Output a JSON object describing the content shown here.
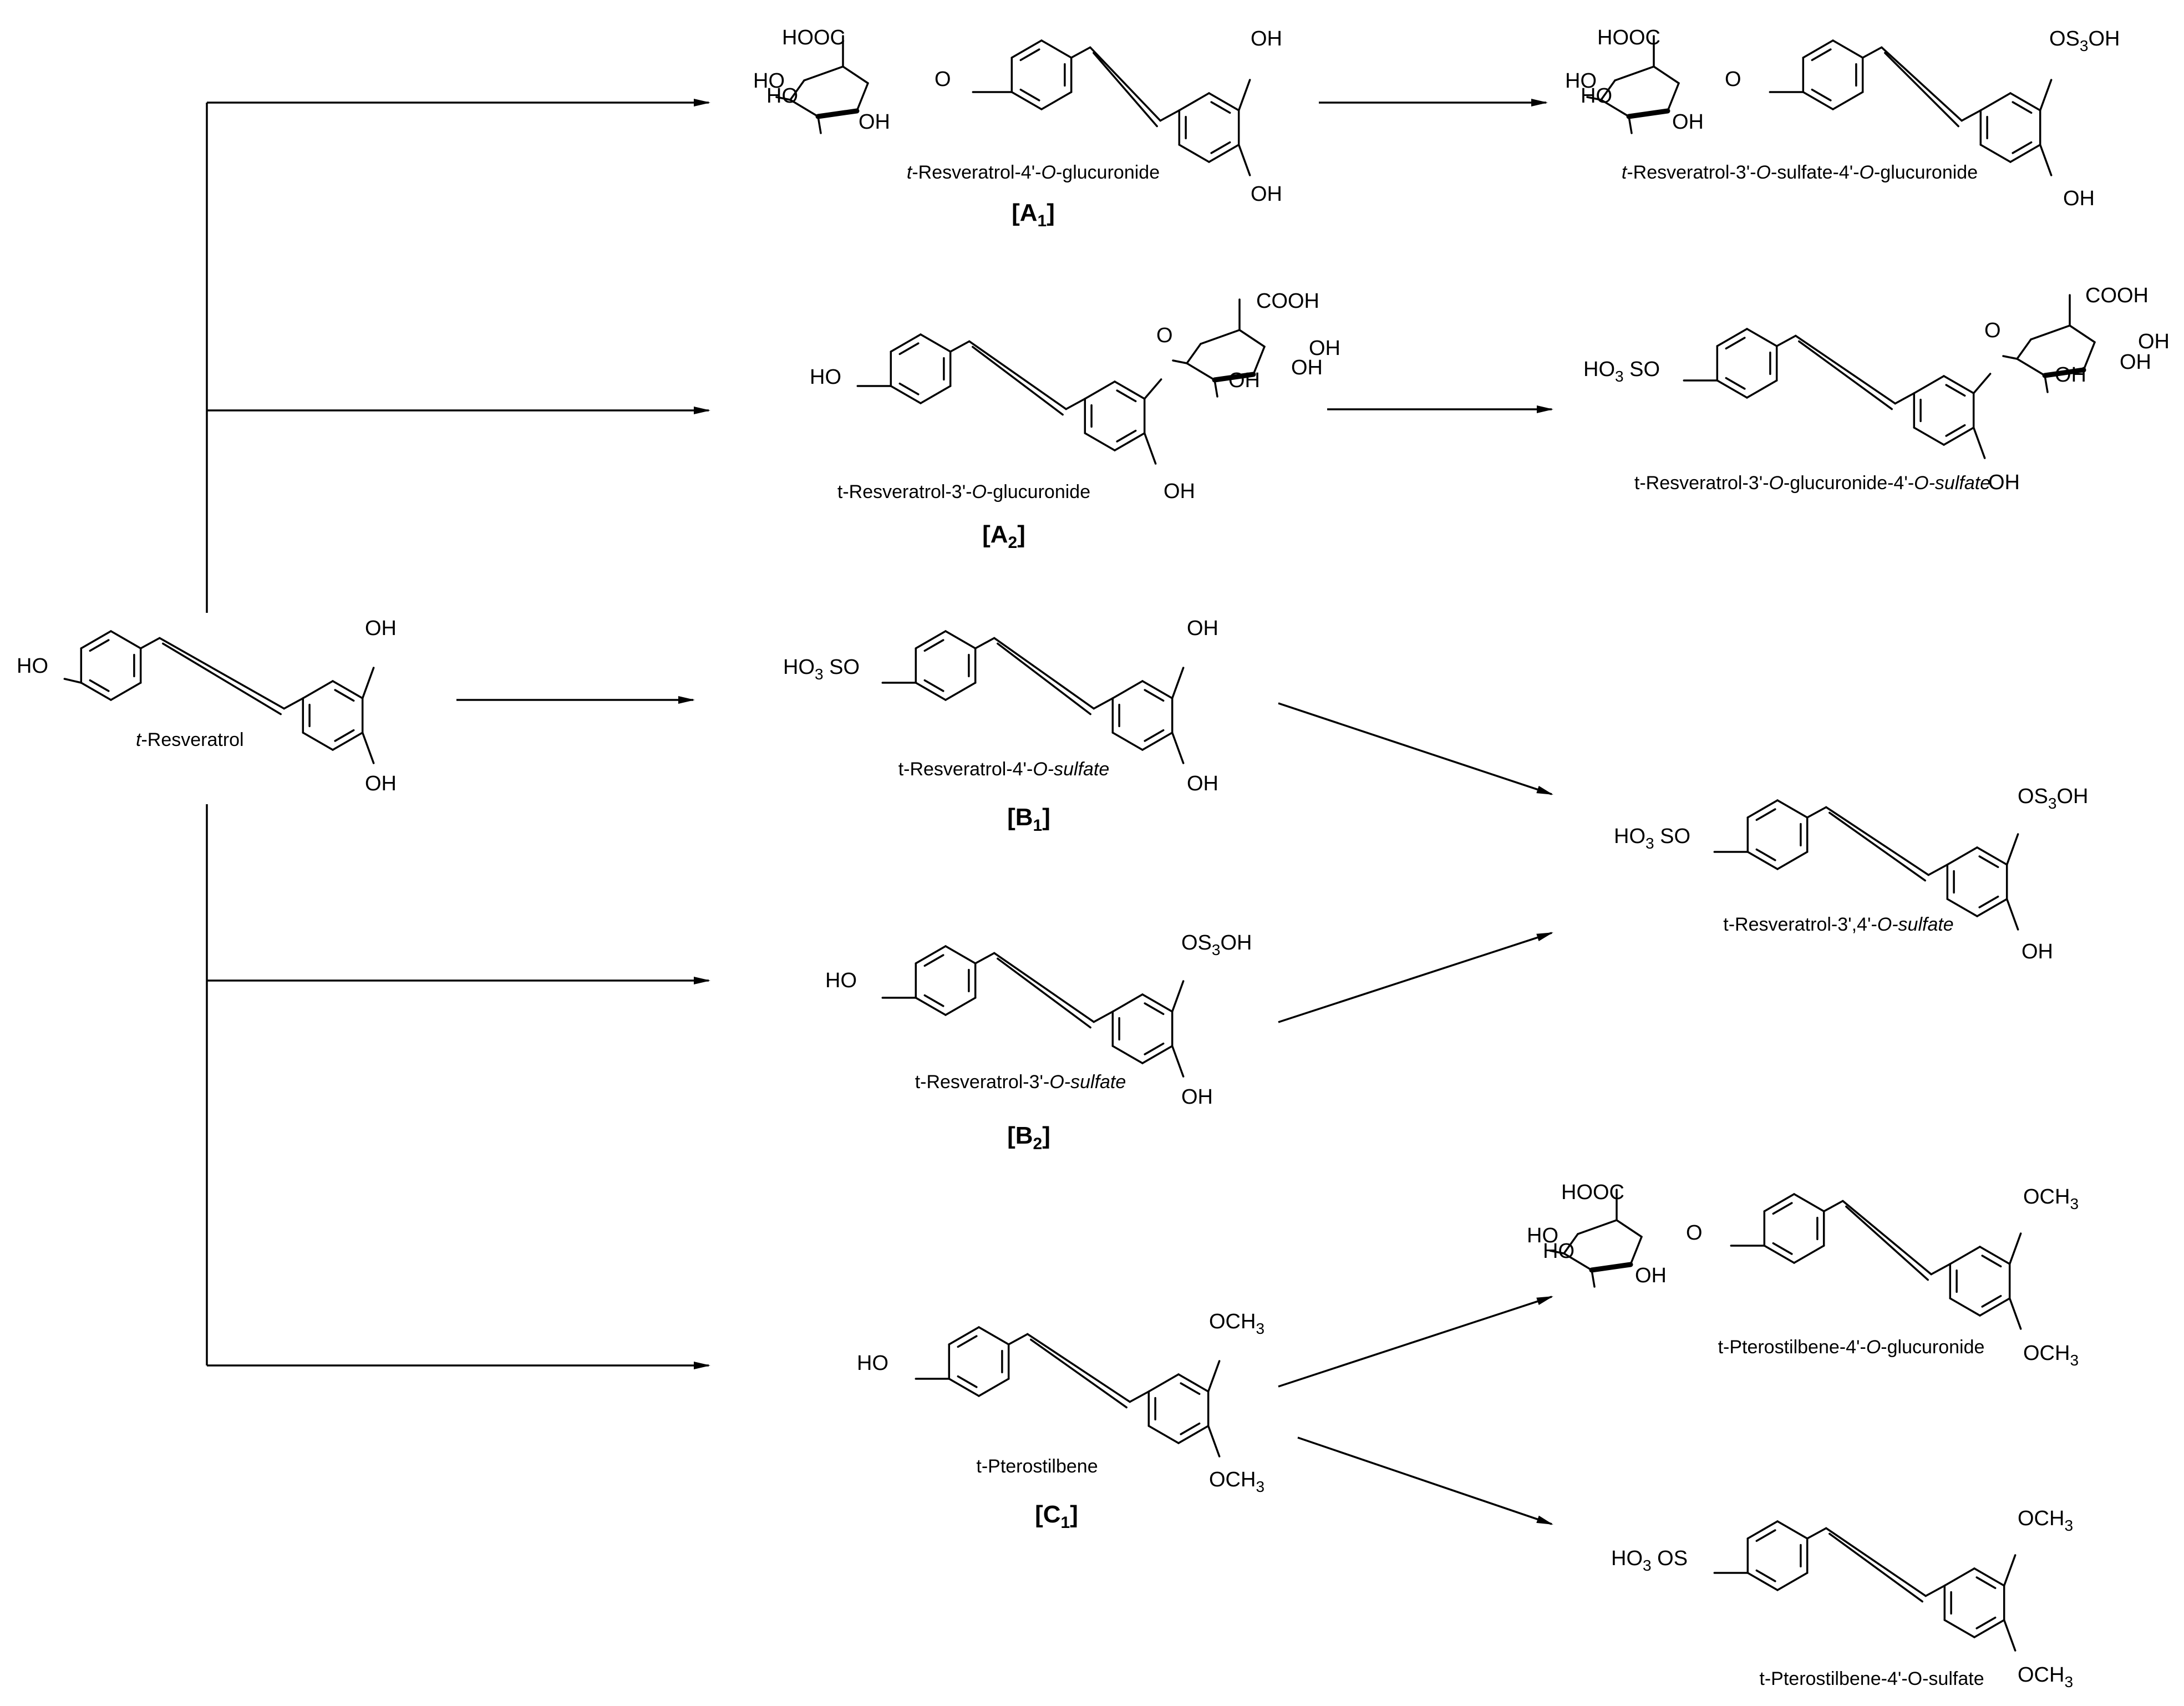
{
  "compounds": {
    "resveratrol": {
      "name_prefix": "t",
      "name_rest": "-Resveratrol",
      "oh_left": "HO",
      "oh_top": "OH",
      "oh_bottom": "OH"
    },
    "a1": {
      "caption_prefix": "t",
      "caption_mid": "-Resveratrol-4'-",
      "caption_italic": "O",
      "caption_end": "-glucuronide",
      "code": "A",
      "code_sub": "1",
      "cooh": "HOOC",
      "ho1": "HO",
      "ho2": "HO",
      "oh_sugar": "OH",
      "o_link": "O",
      "oh_top": "OH",
      "oh_bottom": "OH"
    },
    "a2": {
      "caption_pre": "t-Resveratrol-3'-",
      "caption_italic": "O",
      "caption_end": "-glucuronide",
      "code": "A",
      "code_sub": "2",
      "ho_left": "HO",
      "o_link": "O",
      "cooh": "COOH",
      "oh1": "OH",
      "oh2": "OH",
      "oh3": "OH",
      "oh_bottom": "OH"
    },
    "b1": {
      "caption_pre": "t-Resveratrol-4'-",
      "caption_italic": "O-sulfate",
      "code": "B",
      "code_sub": "1",
      "ho3": "HO",
      "sub3": "3",
      "so": " SO",
      "oh_top": "OH",
      "oh_bottom": "OH"
    },
    "b2": {
      "caption_pre": "t-Resveratrol-3'-",
      "caption_italic": "O-sulfate",
      "code": "B",
      "code_sub": "2",
      "ho_left": "HO",
      "os": "OS",
      "sub3": "3",
      "oh_suffix": "OH",
      "oh_bottom": "OH"
    },
    "c1": {
      "caption": "t-Pterostilbene",
      "code": "C",
      "code_sub": "1",
      "ho_left": "HO",
      "och": "OCH",
      "sub3": "3"
    },
    "p1": {
      "caption_prefix": "t",
      "caption_mid": "-Resveratrol-3'-",
      "caption_i1": "O",
      "caption_mid2": "-sulfate-4'-",
      "caption_i2": "O",
      "caption_end": "-glucuronide",
      "cooh": "HOOC",
      "ho1": "HO",
      "ho2": "HO",
      "oh_sugar": "OH",
      "o_link": "O",
      "os": "OS",
      "sub3": "3",
      "oh_suffix": "OH",
      "oh_bottom": "OH"
    },
    "p2": {
      "caption_pre": "t-Resveratrol-3'-",
      "caption_i1": "O",
      "caption_mid": "-glucuronide-4'-",
      "caption_i2": "O-sulfate",
      "ho3": "HO",
      "sub3": "3",
      "so": " SO",
      "o_link": "O",
      "cooh": "COOH",
      "oh1": "OH",
      "oh2": "OH",
      "oh3": "OH",
      "oh_bottom": "OH"
    },
    "p3": {
      "caption_pre": "t-Resveratrol-3',4'-",
      "caption_italic": "O-sulfate",
      "ho3": "HO",
      "sub3": "3",
      "so": " SO",
      "os": "OS",
      "oh_suffix": "OH",
      "oh_bottom": "OH"
    },
    "p4": {
      "caption_pre": "t-Pterostilbene-4'-",
      "caption_italic": "O",
      "caption_end": "-glucuronide",
      "cooh": "HOOC",
      "ho1": "HO",
      "ho2": "HO",
      "oh_sugar": "OH",
      "o_link": "O",
      "och": "OCH",
      "sub3": "3"
    },
    "p5": {
      "caption": "t-Pterostilbene-4'-O-sulfate",
      "ho3": "HO",
      "sub3": "3",
      "os": " OS",
      "och": "OCH"
    }
  }
}
